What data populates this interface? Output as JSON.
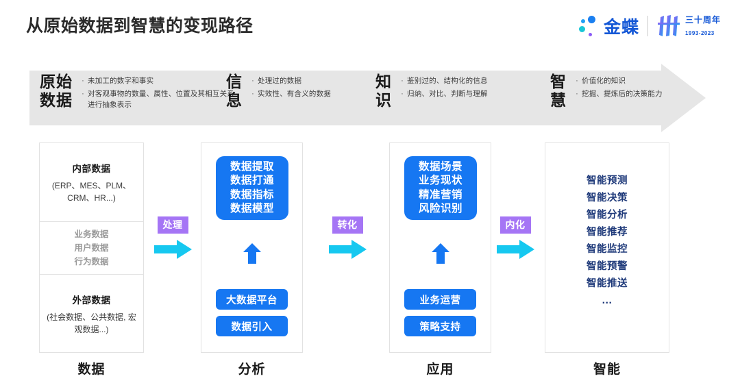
{
  "header": {
    "title": "从原始数据到智慧的变现路径",
    "brand": {
      "name": "金蝶",
      "anniversary_cn": "三十周年",
      "anniversary_years": "1993-2023"
    }
  },
  "banner": {
    "stages": [
      {
        "title": "原始\n数据",
        "bullets": [
          "未加工的数字和事实",
          "对客观事物的数量、属性、位置及其相互关系进行抽象表示"
        ]
      },
      {
        "title": "信\n息",
        "bullets": [
          "处理过的数据",
          "实效性、有含义的数据"
        ]
      },
      {
        "title": "知\n识",
        "bullets": [
          "鉴别过的、结构化的信息",
          "归纳、对比、判断与理解"
        ]
      },
      {
        "title": "智\n慧",
        "bullets": [
          "价值化的知识",
          "挖掘、提炼后的决策能力"
        ]
      }
    ]
  },
  "columns": {
    "data": {
      "label": "数据",
      "internal_head": "内部数据",
      "internal_sub": "(ERP、MES、PLM、CRM、HR...)",
      "middle_items": "业务数据\n用户数据\n行为数据",
      "external_head": "外部数据",
      "external_sub": "(社会数据、公共数据, 宏观数据...)"
    },
    "analysis": {
      "label": "分析",
      "box": "数据提取\n数据打通\n数据指标\n数据模型",
      "pill_1": "大数据平台",
      "pill_2": "数据引入"
    },
    "application": {
      "label": "应用",
      "box": "数据场景\n业务现状\n精准营销\n风险识别",
      "pill_1": "业务运营",
      "pill_2": "策略支持"
    },
    "intelligence": {
      "label": "智能",
      "items": [
        "智能预测",
        "智能决策",
        "智能分析",
        "智能推荐",
        "智能监控",
        "智能预警",
        "智能推送",
        "..."
      ]
    }
  },
  "connectors": [
    {
      "label": "处理"
    },
    {
      "label": "转化"
    },
    {
      "label": "内化"
    }
  ],
  "colors": {
    "accent_blue": "#1677f2",
    "deep_blue": "#1f3a7a",
    "purple": "#a575f5",
    "cyan": "#16c8f0",
    "banner_gray": "#e6e6e6",
    "brand_blue": "#1457d6"
  },
  "icons": {
    "up_arrow": "up-arrow-icon",
    "right_arrow": "right-arrow-icon"
  }
}
